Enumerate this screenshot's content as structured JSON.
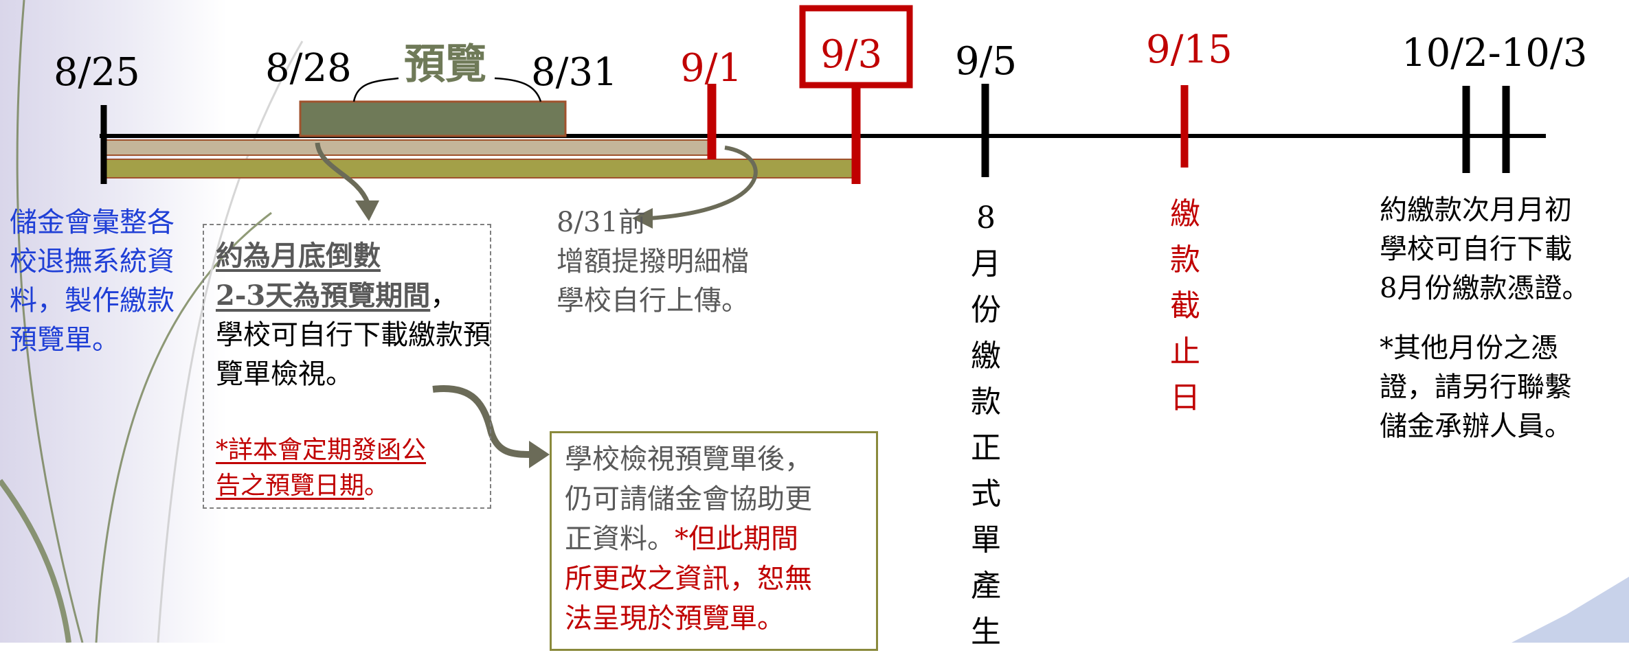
{
  "dates": {
    "d0825": "8/25",
    "d0828": "8/28",
    "preview": "預覽",
    "d0831": "8/31",
    "d0901": "9/1",
    "d0903": "9/3",
    "d0905": "9/5",
    "d0915": "9/15",
    "d1002": "10/2-10/3"
  },
  "notes": {
    "left": "儲金會彙整各校退撫系統資料，製作繳款預覽單。",
    "preview_u1": "約為月底倒數",
    "preview_u2": "2-3天為預覽期間",
    "preview_comma": "，",
    "preview_rest": "學校可自行下載繳款預覽單檢視。",
    "preview_red1": "*詳本會定期發函公",
    "preview_red2": "告之預覽日期",
    "preview_red_end": "。",
    "upload_1": "8/31前",
    "upload_2": "增額提撥明細檔",
    "upload_3": "學校自行上傳。",
    "correction_1": "學校檢視預覽單後，",
    "correction_2": "仍可請儲金會協助更",
    "correction_3": "正資料。",
    "correction_4": "*但此期間",
    "correction_5": "所更改之資訊，恕無",
    "correction_6": "法呈現於預覽單。",
    "official": "8月份繳款正式單產生",
    "deadline": "繳款截止日",
    "right_1": "約繳款次月月初",
    "right_2": "學校可自行下載",
    "right_3": "8月份繳款憑證。",
    "right_4": "*其他月份之憑",
    "right_5": "證，請另行聯繫",
    "right_6": "儲金承辦人員。"
  },
  "colors": {
    "accent_red": "#c00000",
    "bar_preview": "#6f7a58",
    "bar_tan": "#c4b59a",
    "bar_olive": "#a3a048",
    "note_blue": "#1f3fd6"
  }
}
